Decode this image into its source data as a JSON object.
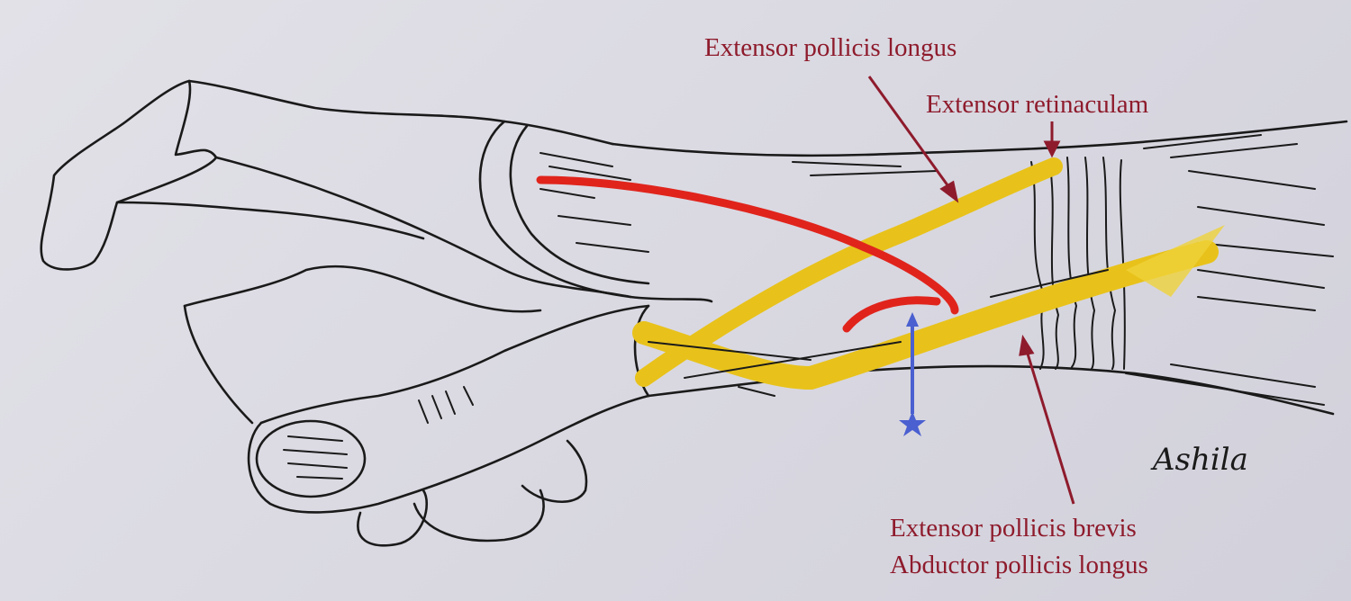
{
  "labels": {
    "epl": "Extensor pollicis longus",
    "retinaculum": "Extensor retinaculam",
    "epb": "Extensor pollicis brevis",
    "apl": "Abductor pollicis longus"
  },
  "signature": "Ashila",
  "colors": {
    "label": "#8e1b2c",
    "tendon": "#e8c21a",
    "artery": "#e0241c",
    "marker": "#4a5fd0",
    "ink": "#1a1a1a"
  }
}
